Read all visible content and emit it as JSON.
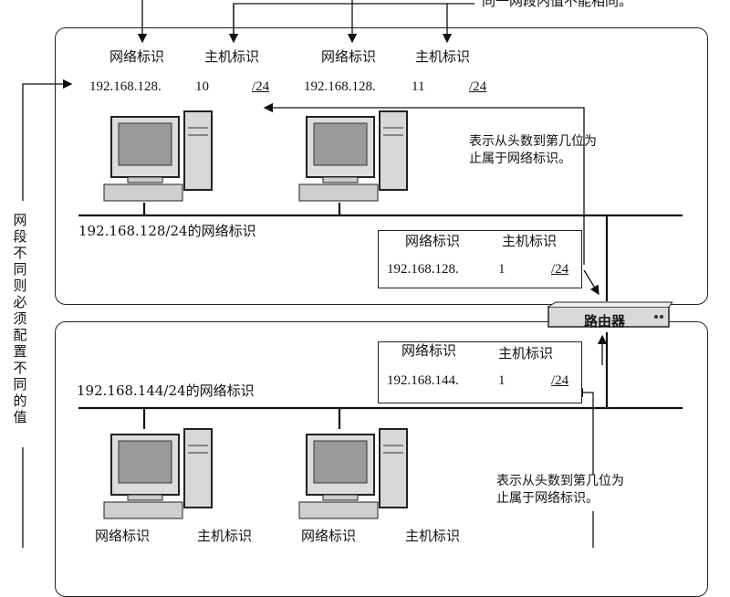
{
  "top_note": "同一网段内值不能相同。",
  "side_note": "网段不同则必须配置不同的值",
  "labels": {
    "network_id": "网络标识",
    "host_id": "主机标识"
  },
  "top_network": {
    "hosts": [
      {
        "network_part": "192.168.128.",
        "host_part": "10",
        "prefix": "/24"
      },
      {
        "network_part": "192.168.128.",
        "host_part": "11",
        "prefix": "/24"
      }
    ],
    "caption": "192.168.128/24的网络标识",
    "router_if": {
      "network_part": "192.168.128.",
      "host_part": "1",
      "prefix": "/24"
    },
    "note": "表示从头数到第几位为止属于网络标识。"
  },
  "router": {
    "label": "路由器"
  },
  "bottom_network": {
    "caption": "192.168.144/24的网络标识",
    "router_if": {
      "network_part": "192.168.144.",
      "host_part": "1",
      "prefix": "/24"
    },
    "note": "表示从头数到第几位为止属于网络标识。"
  }
}
